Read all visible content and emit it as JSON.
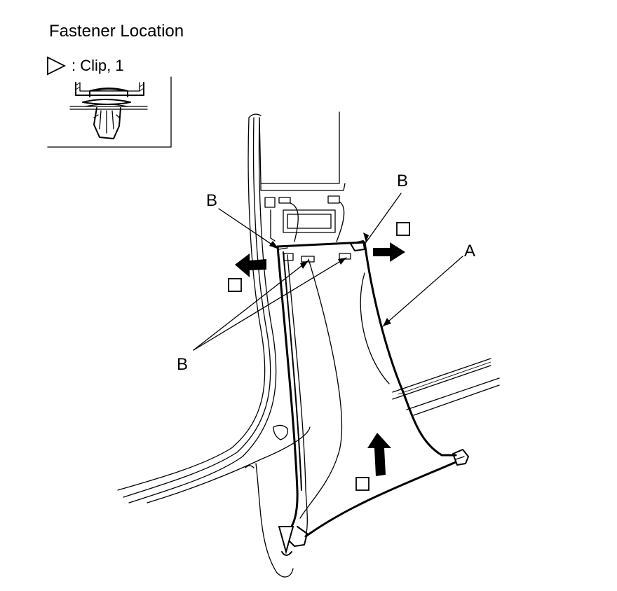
{
  "header": {
    "title": "Fastener Location"
  },
  "legend": {
    "clip_text": ": Clip, 1"
  },
  "callouts": {
    "a": "A",
    "b_top_left": "B",
    "b_top_right": "B",
    "b_bottom": "B"
  },
  "icons": {
    "clip_symbol": "triangle-outline-icon",
    "direction_arrow": "bold-arrow-icon",
    "step_box": "empty-square-icon"
  },
  "colors": {
    "line": "#000000",
    "background": "#ffffff"
  }
}
